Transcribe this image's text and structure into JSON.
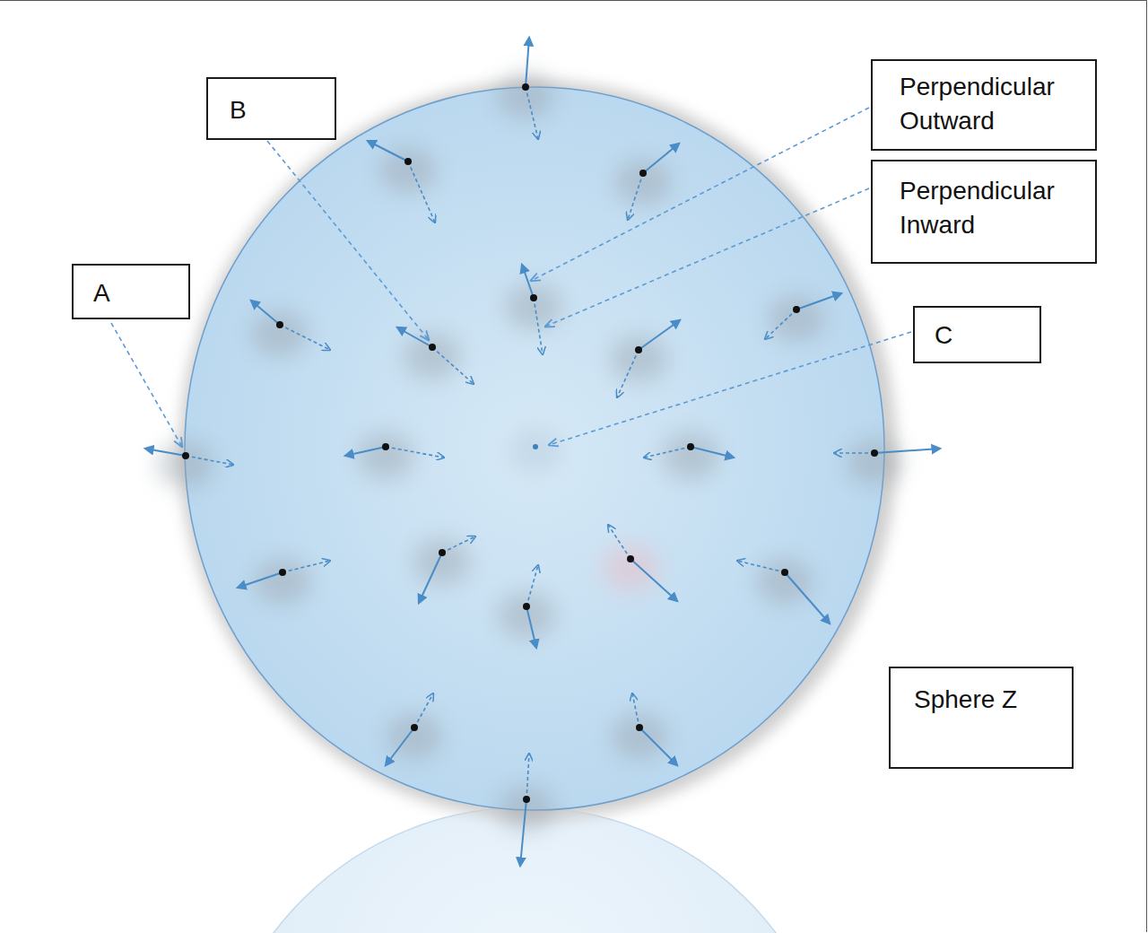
{
  "diagram": {
    "nodes": [
      {
        "text": [
          "B"
        ]
      },
      {
        "text": [
          "Perpendicular Outward"
        ]
      },
      {
        "text": [
          "Perpendicular Inward"
        ]
      },
      {
        "text": [
          "A"
        ]
      },
      {
        "text": [
          "C"
        ]
      },
      {
        "text": [
          "Sphere Z"
        ]
      }
    ]
  }
}
